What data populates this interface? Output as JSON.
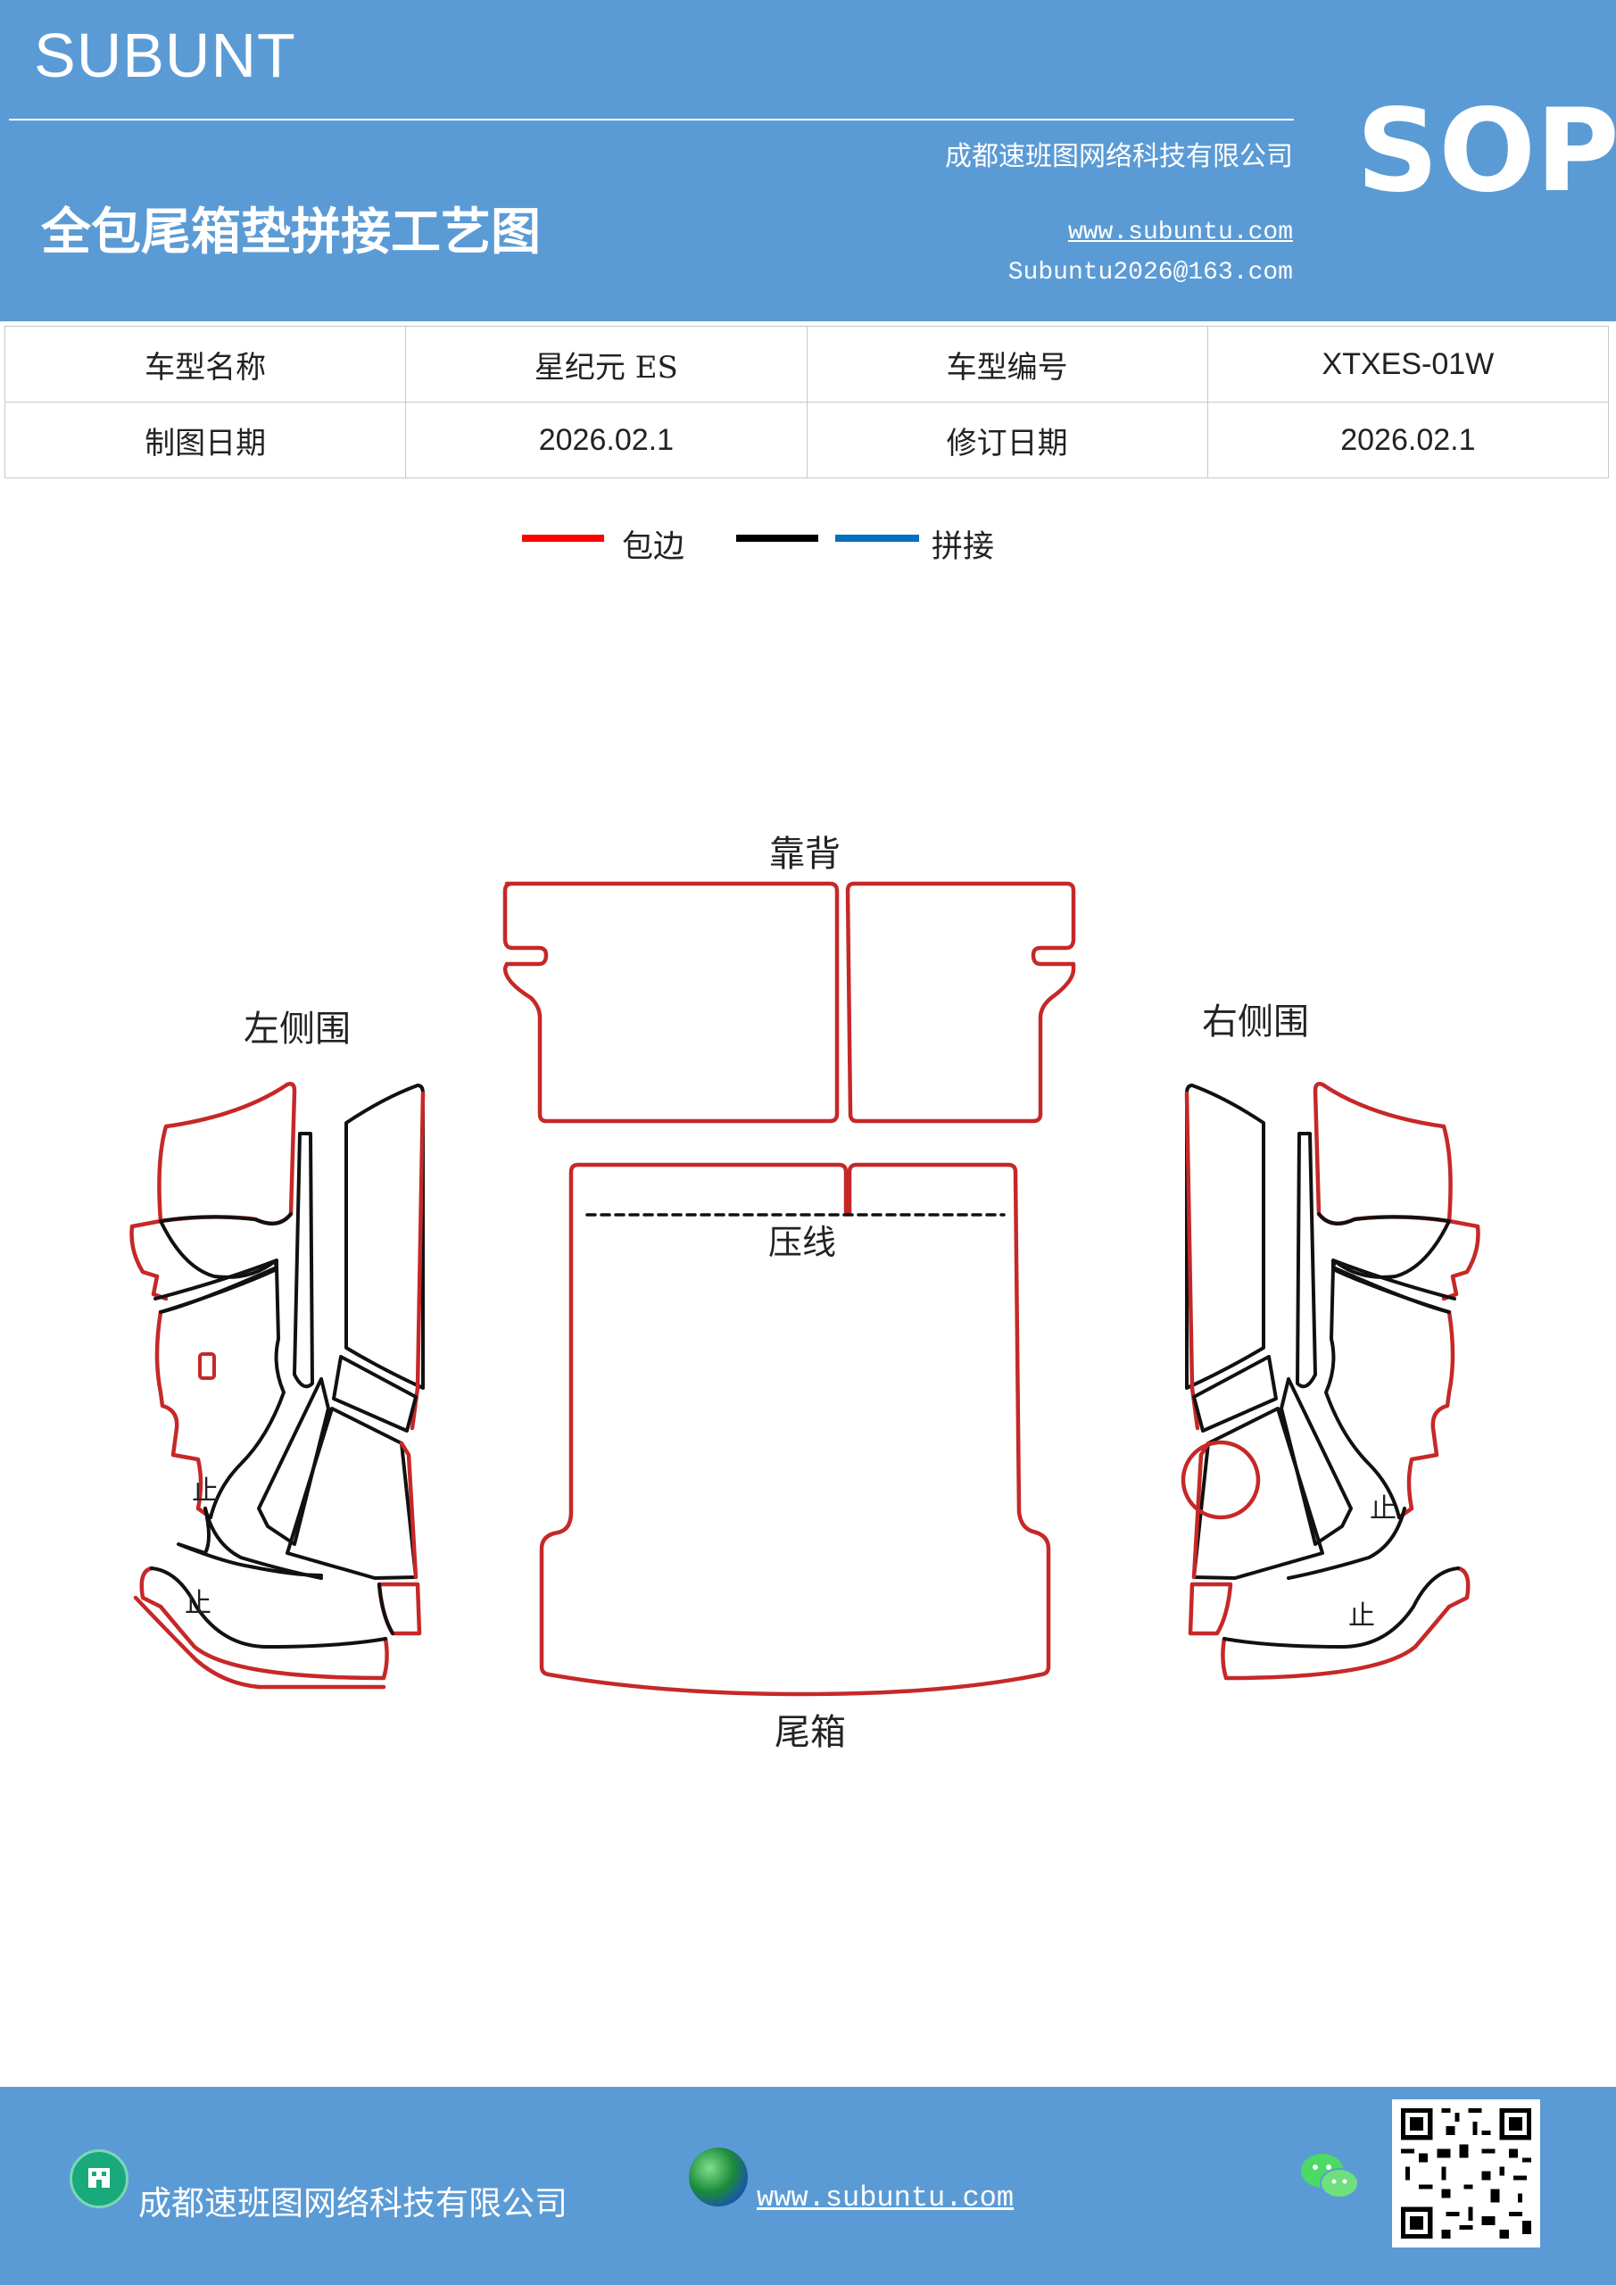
{
  "header": {
    "brand": "SUBUNT",
    "company": "成都速班图网络科技有限公司",
    "title": "全包尾箱垫拼接工艺图",
    "website": "www.subuntu.com",
    "email": "Subuntu2026@163.com",
    "badge": "SOP"
  },
  "info_table": {
    "rows": [
      [
        "车型名称",
        "星纪元  ES",
        "车型编号",
        "XTXES-01W"
      ],
      [
        "制图日期",
        "2026.02.1",
        "修订日期",
        "2026.02.1"
      ]
    ]
  },
  "legend": {
    "items": [
      {
        "label": "包边",
        "color": "#ff0000"
      },
      {
        "label": "",
        "color": "#000000"
      },
      {
        "label": "拼接",
        "color": "#0070c0"
      }
    ]
  },
  "diagram": {
    "labels": {
      "backrest": "靠背",
      "left_side": "左侧围",
      "right_side": "右侧围",
      "press_line": "压线",
      "trunk": "尾箱",
      "stop_1": "止",
      "stop_2": "止",
      "stop_3": "止",
      "stop_4": "止"
    },
    "colors": {
      "edge": "#c62828",
      "seam": "#111111"
    }
  },
  "footer": {
    "company": "成都速班图网络科技有限公司",
    "website": "www.subuntu.com"
  }
}
